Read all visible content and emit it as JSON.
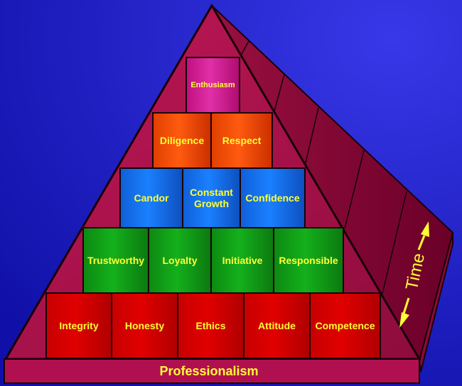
{
  "base": {
    "label": "Professionalism"
  },
  "time_label": "Time",
  "tiers": [
    {
      "name": "Integrity"
    },
    {
      "name": "Honesty"
    },
    {
      "name": "Ethics"
    },
    {
      "name": "Attitude"
    },
    {
      "name": "Competence"
    },
    {
      "name": "Trustworthy"
    },
    {
      "name": "Loyalty"
    },
    {
      "name": "Initiative"
    },
    {
      "name": "Responsible"
    },
    {
      "name": "Candor"
    },
    {
      "name": "Constant Growth"
    },
    {
      "name": "Confidence"
    },
    {
      "name": "Diligence"
    },
    {
      "name": "Respect"
    },
    {
      "name": "Enthusiasm"
    }
  ],
  "colors": {
    "background": "#2020c8",
    "pyramid_face": "#a8104a",
    "pyramid_side": "#7a0030",
    "text": "#ffff33"
  }
}
